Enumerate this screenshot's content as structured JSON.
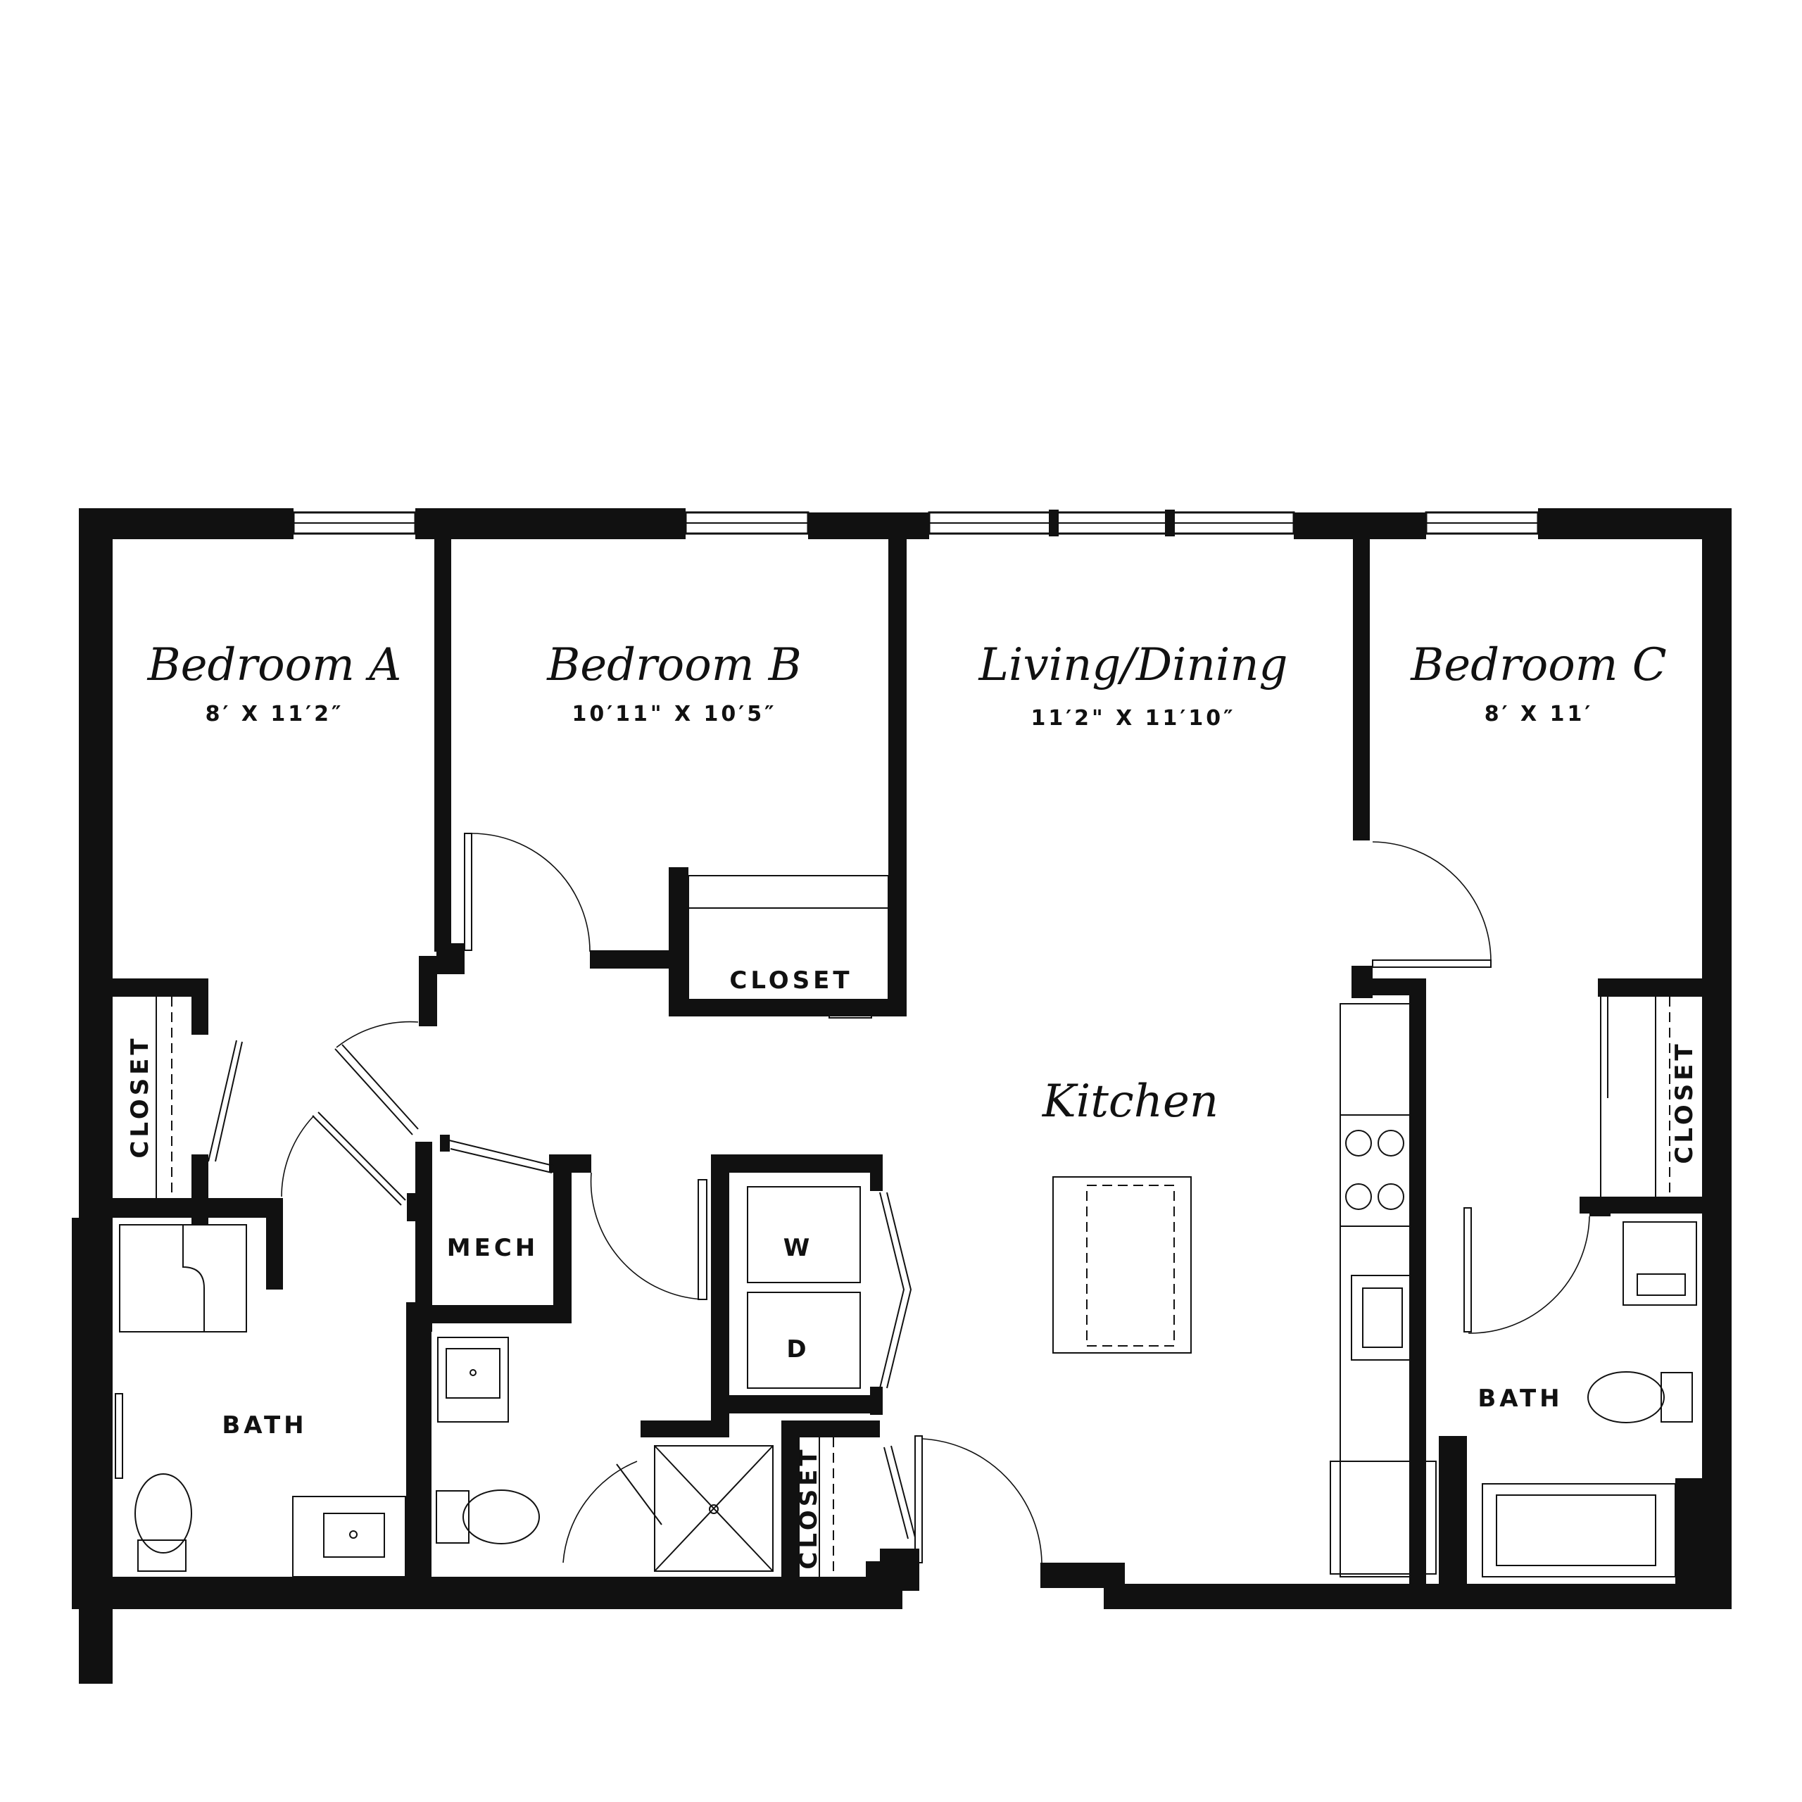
{
  "rooms": {
    "bedroom_a": {
      "name": "Bedroom A",
      "dims": "8′ X 11′2″"
    },
    "bedroom_b": {
      "name": "Bedroom B",
      "dims": "10′11\" X 10′5″"
    },
    "living_dining": {
      "name": "Living/Dining",
      "dims": "11′2\" X 11′10″"
    },
    "bedroom_c": {
      "name": "Bedroom C",
      "dims": "8′ X 11′"
    },
    "kitchen": {
      "name": "Kitchen"
    }
  },
  "labels": {
    "closet_b": "CLOSET",
    "closet_a": "CLOSET",
    "closet_c": "CLOSET",
    "closet_hall": "CLOSET",
    "mech": "MECH",
    "washer": "W",
    "dryer": "D",
    "bath_a": "BATH",
    "bath_c": "BATH"
  },
  "colors": {
    "wall": "#111111",
    "background": "#ffffff"
  }
}
